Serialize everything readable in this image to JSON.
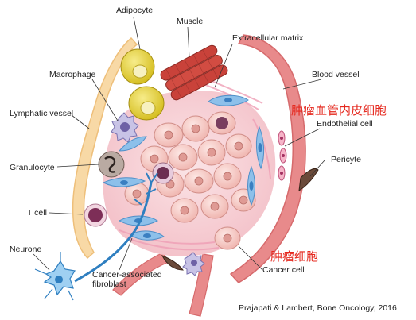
{
  "labels": {
    "adipocyte": "Adipocyte",
    "muscle": "Muscle",
    "extracellular_matrix": "Extracellular matrix",
    "macrophage": "Macrophage",
    "blood_vessel": "Blood vessel",
    "lymphatic_vessel": "Lymphatic vessel",
    "endothelial_cell": "Endothelial cell",
    "granulocyte": "Granulocyte",
    "pericyte": "Pericyte",
    "t_cell": "T cell",
    "neurone": "Neurone",
    "cancer_associated_fibroblast_line1": "Cancer-associated",
    "cancer_associated_fibroblast_line2": "fibroblast",
    "cancer_cell": "Cancer cell"
  },
  "annotations": {
    "endothelial_cn": "肿瘤血管内皮细胞",
    "cancer_cell_cn": "肿瘤细胞"
  },
  "citation": "Prajapati & Lambert, Bone Oncology, 2016",
  "colors": {
    "annotation_red": "#e5281e",
    "vessel": "#e0787a",
    "lymph": "#f5cf95",
    "tumor_cell": "#f6c9c6",
    "fibroblast": "#7fb6e3",
    "adipocyte": "#e3cf34",
    "muscle": "#c9423a"
  }
}
